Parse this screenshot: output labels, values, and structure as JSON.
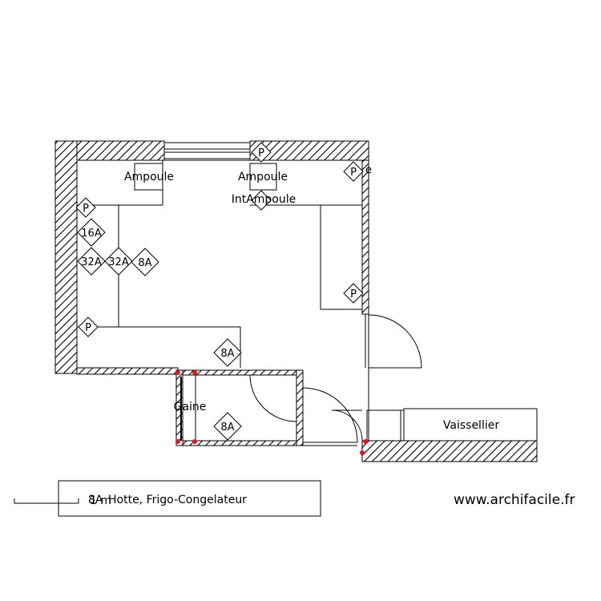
{
  "room_labels": {
    "ampoule_left": "Ampoule",
    "ampoule_mid": "Ampoule",
    "int_ampoule": "IntAmpoule",
    "gaine": "Gaine",
    "vaissellier": "Vaissellier"
  },
  "symbols": {
    "p": "P",
    "p_right_top": "P",
    "p_right_top_extra": "e",
    "a16": "16A",
    "a32": "32A",
    "a8": "8A"
  },
  "legend": {
    "scale_label": "1 m",
    "line_1": "8A",
    "line_2": "Hotte, Frigo-Congelateur"
  },
  "credit": "www.archifacile.fr",
  "colors": {
    "wall": "#000000",
    "hatch": "#000000",
    "node": "#e8141b"
  }
}
